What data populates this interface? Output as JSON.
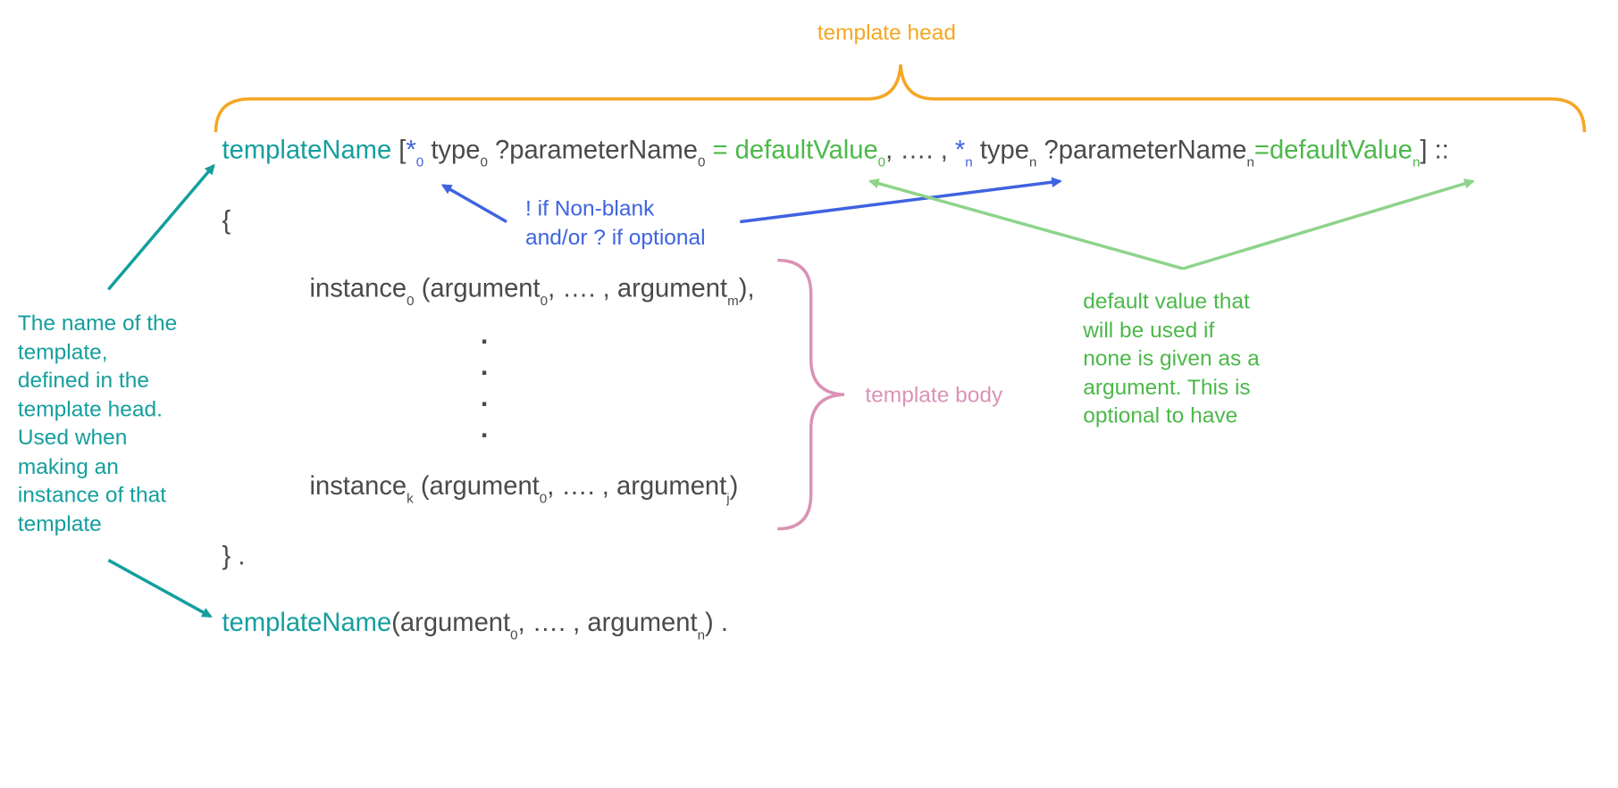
{
  "head_label": "template head",
  "body_label": "template body",
  "colors": {
    "teal": "#159e9e",
    "blue": "#3f63e0",
    "green": "#4cb84a",
    "orange": "#f5a623",
    "pink": "#d993b6",
    "text": "#4a4a4a"
  },
  "signature": {
    "name": "templateName",
    "open_bracket": " [",
    "star": "*",
    "sub_0": "0",
    "type": "type",
    "param": "?parameterName",
    "eq_default": " = defaultValue",
    "ellipsis": ", …. , ",
    "sub_n": "n",
    "eq_default_n": "=defaultValue",
    "close": "] ::"
  },
  "body": {
    "open_brace": "{",
    "instance": "instance",
    "arg_open": " (argument",
    "ellipsis": ", …. , argument",
    "sub_0": "0",
    "sub_m": "m",
    "sub_k": "k",
    "sub_j": "j",
    "close_0": "),",
    "close_k": ")",
    "dot": ".",
    "close_brace": "} ."
  },
  "usage": {
    "name": "templateName",
    "arg_open": "(argument",
    "ellipsis": ", …. , argument",
    "sub_0": "0",
    "sub_n": "n",
    "close": ") ."
  },
  "notes": {
    "modifier": "! if Non-blank\nand/or ? if optional",
    "default": "default value that\nwill be used if\nnone is given as a\nargument. This is\noptional to have",
    "name": "The name of the\ntemplate,\ndefined in the\ntemplate head.\nUsed when\nmaking an\ninstance of that\ntemplate"
  }
}
